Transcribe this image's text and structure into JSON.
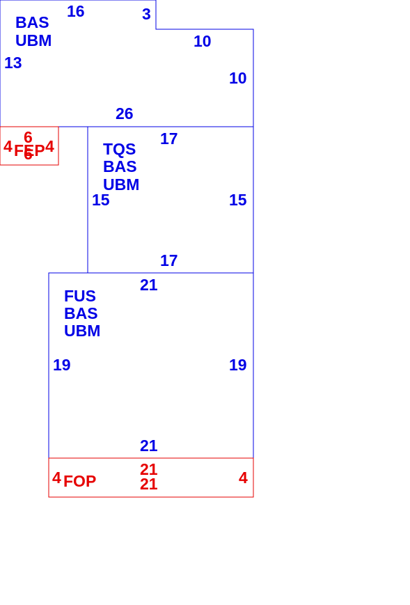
{
  "colors": {
    "main": "#0000e6",
    "porch": "#e60000",
    "background": "#ffffff"
  },
  "areas": {
    "top": {
      "codes": [
        "BAS",
        "UBM"
      ],
      "dims": {
        "top": "16",
        "notch_width": "3",
        "notch_step": "10",
        "left": "13",
        "right": "10",
        "bottom": "26"
      }
    },
    "fep": {
      "code": "FEP",
      "dims": {
        "left": "4",
        "right": "4",
        "top": "6",
        "bottom": "6"
      }
    },
    "middle": {
      "codes": [
        "TQS",
        "BAS",
        "UBM"
      ],
      "dims": {
        "top": "17",
        "left": "15",
        "right": "15",
        "bottom": "17"
      }
    },
    "lower": {
      "codes": [
        "FUS",
        "BAS",
        "UBM"
      ],
      "dims": {
        "top": "21",
        "left": "19",
        "right": "19",
        "bottom": "21"
      }
    },
    "fop": {
      "code": "FOP",
      "dims": {
        "left": "4",
        "right": "4",
        "top": "21",
        "bottom": "21"
      }
    }
  }
}
